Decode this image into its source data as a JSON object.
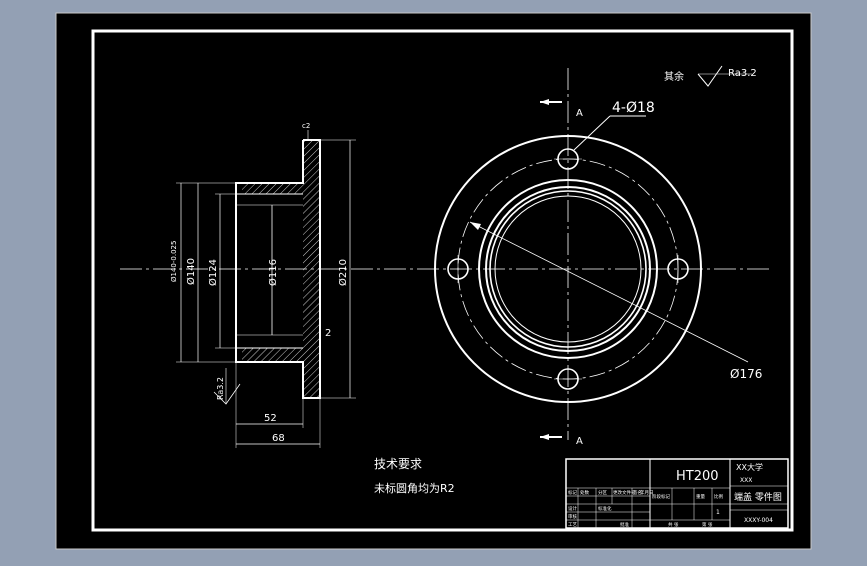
{
  "drawing": {
    "surface_finish_note": "其余",
    "surface_finish_value": "Ra3.2",
    "section_label": "A",
    "hole_callout": "4-Ø18",
    "diameter_176": "Ø176",
    "side_view": {
      "chamfer": "c2",
      "dim_d140_tol": "Ø140-0.025",
      "dim_d140": "Ø140",
      "dim_d124": "Ø124",
      "dim_d116": "Ø116",
      "dim_d210": "Ø210",
      "dim_2": "2",
      "dim_52": "52",
      "dim_68": "68",
      "roughness": "Ra3.2"
    },
    "tech_title": "技术要求",
    "tech_note": "未标圆角均为R2"
  },
  "title_block": {
    "material": "HT200",
    "school": "XX大学",
    "school_code": "XXX",
    "part_name": "端盖 零件图",
    "drawing_no": "XXXY-004",
    "scale_sheet": "1",
    "cells": [
      "标记",
      "处数",
      "分区",
      "更改文件号",
      "签名",
      "年月日",
      "设计",
      "标准化",
      "阶段标记",
      "重量",
      "比例",
      "审核",
      "工艺",
      "批准",
      "共  张",
      "第  张"
    ]
  },
  "colors": {
    "background": "#93a0b4",
    "viewport": "#000000",
    "lines": "#ffffff"
  }
}
